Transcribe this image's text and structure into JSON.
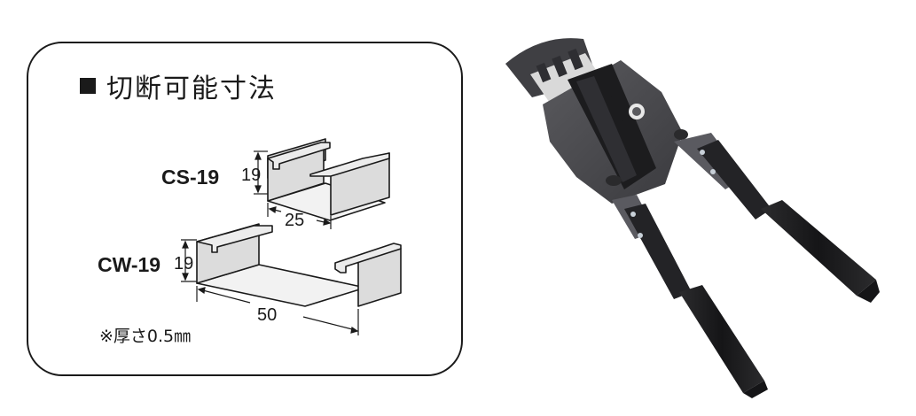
{
  "spec_panel": {
    "title_marker": "■",
    "title": "切断可能寸法",
    "models": [
      {
        "name": "CS-19",
        "height": "19",
        "width": "25"
      },
      {
        "name": "CW-19",
        "height": "19",
        "width": "50"
      }
    ],
    "note": "※厚さ0.5㎜",
    "colors": {
      "border": "#1a1a1a",
      "channel_fill": "#dcdcdc",
      "channel_light": "#f0f0f0"
    }
  },
  "product_image": {
    "description": "Channel cutter hand tool (long-handled, black grips, dark grey head)",
    "colors": {
      "head": "#4a4a4e",
      "handle": "#1e1e20",
      "blade": "#d8d8d8"
    }
  }
}
